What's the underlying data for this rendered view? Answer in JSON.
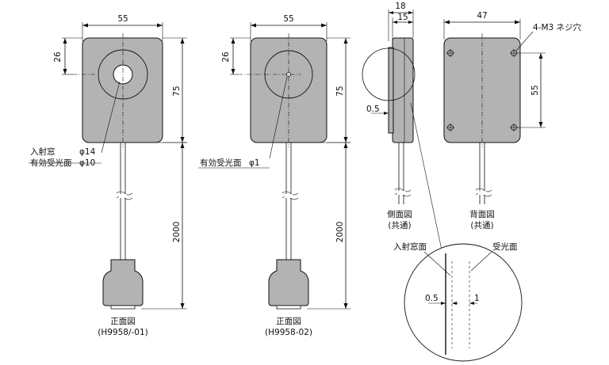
{
  "front_view_1": {
    "width_dim": "55",
    "height_dim": "75",
    "offset_dim": "26",
    "cable_dim": "2000",
    "window_label": "入射窓",
    "window_dia": "φ14",
    "area_label": "有効受光面",
    "area_dia": "φ10",
    "caption_title": "正面図",
    "caption_model": "(H9958/-01)"
  },
  "front_view_2": {
    "width_dim": "55",
    "height_dim": "75",
    "offset_dim": "26",
    "cable_dim": "2000",
    "area_label": "有効受光面",
    "area_dia": "φ1",
    "caption_title": "正面図",
    "caption_model": "(H9958-02)"
  },
  "side_view": {
    "depth_dim": "18",
    "body_dim": "15",
    "gap_dim": "0.5",
    "caption_title": "側面図",
    "caption_sub": "(共通)"
  },
  "back_view": {
    "width_dim": "47",
    "hole_label": "4-M3 ネジ穴",
    "hole_pitch_dim": "55",
    "caption_title": "背面図",
    "caption_sub": "(共通)"
  },
  "detail_view": {
    "window_label": "入射窓面",
    "surface_label": "受光面",
    "left_dim": "0.5",
    "right_dim": "1"
  }
}
